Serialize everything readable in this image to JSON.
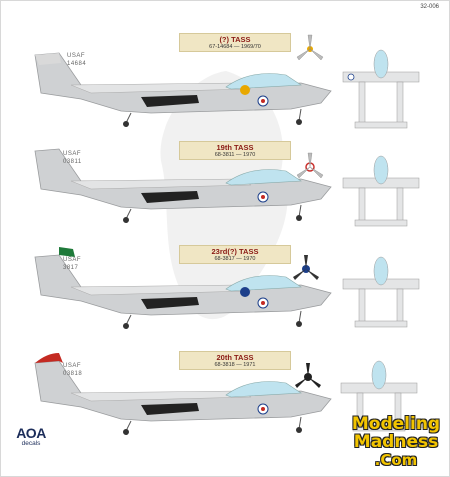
{
  "sheet": {
    "code": "32-006"
  },
  "profiles": [
    {
      "unit": "(?) TASS",
      "serial_line": "67-14684 — 1969/70",
      "tail_usaf": "USAF",
      "tail_number": "14684",
      "tail_tip_color": "#d9d9d9",
      "spinner_color": "#e8a800",
      "prop_hub_color": "#e8a800"
    },
    {
      "unit": "19th TASS",
      "serial_line": "68-3811 — 1970",
      "tail_usaf": "USAF",
      "tail_number": "03811",
      "tail_tip_color": "#d9d9d9",
      "spinner_color": "#d9d9d9",
      "prop_hub_color": "#c9302c"
    },
    {
      "unit": "23rd(?) TASS",
      "serial_line": "68-3817 — 1970",
      "tail_usaf": "USAF",
      "tail_number": "3817",
      "tail_tip_color": "#1f7a3a",
      "spinner_color": "#1c3f8a",
      "prop_hub_color": "#1c3f8a"
    },
    {
      "unit": "20th TASS",
      "serial_line": "68-3818 — 1971",
      "tail_usaf": "USAF",
      "tail_number": "03818",
      "tail_tip_color": "#c42a22",
      "spinner_color": "#222222",
      "prop_hub_color": "#222222"
    }
  ],
  "brand": {
    "name": "AOA",
    "sub": "decals"
  },
  "watermark": {
    "line1": "Modeling",
    "line2": "Madness",
    "line3": ".Com"
  },
  "colors": {
    "fuselage": "#cfd1d3",
    "canopy": "#bfe3ef",
    "label_bg": "#f0e6c4",
    "accent_red": "#8a1a14"
  }
}
